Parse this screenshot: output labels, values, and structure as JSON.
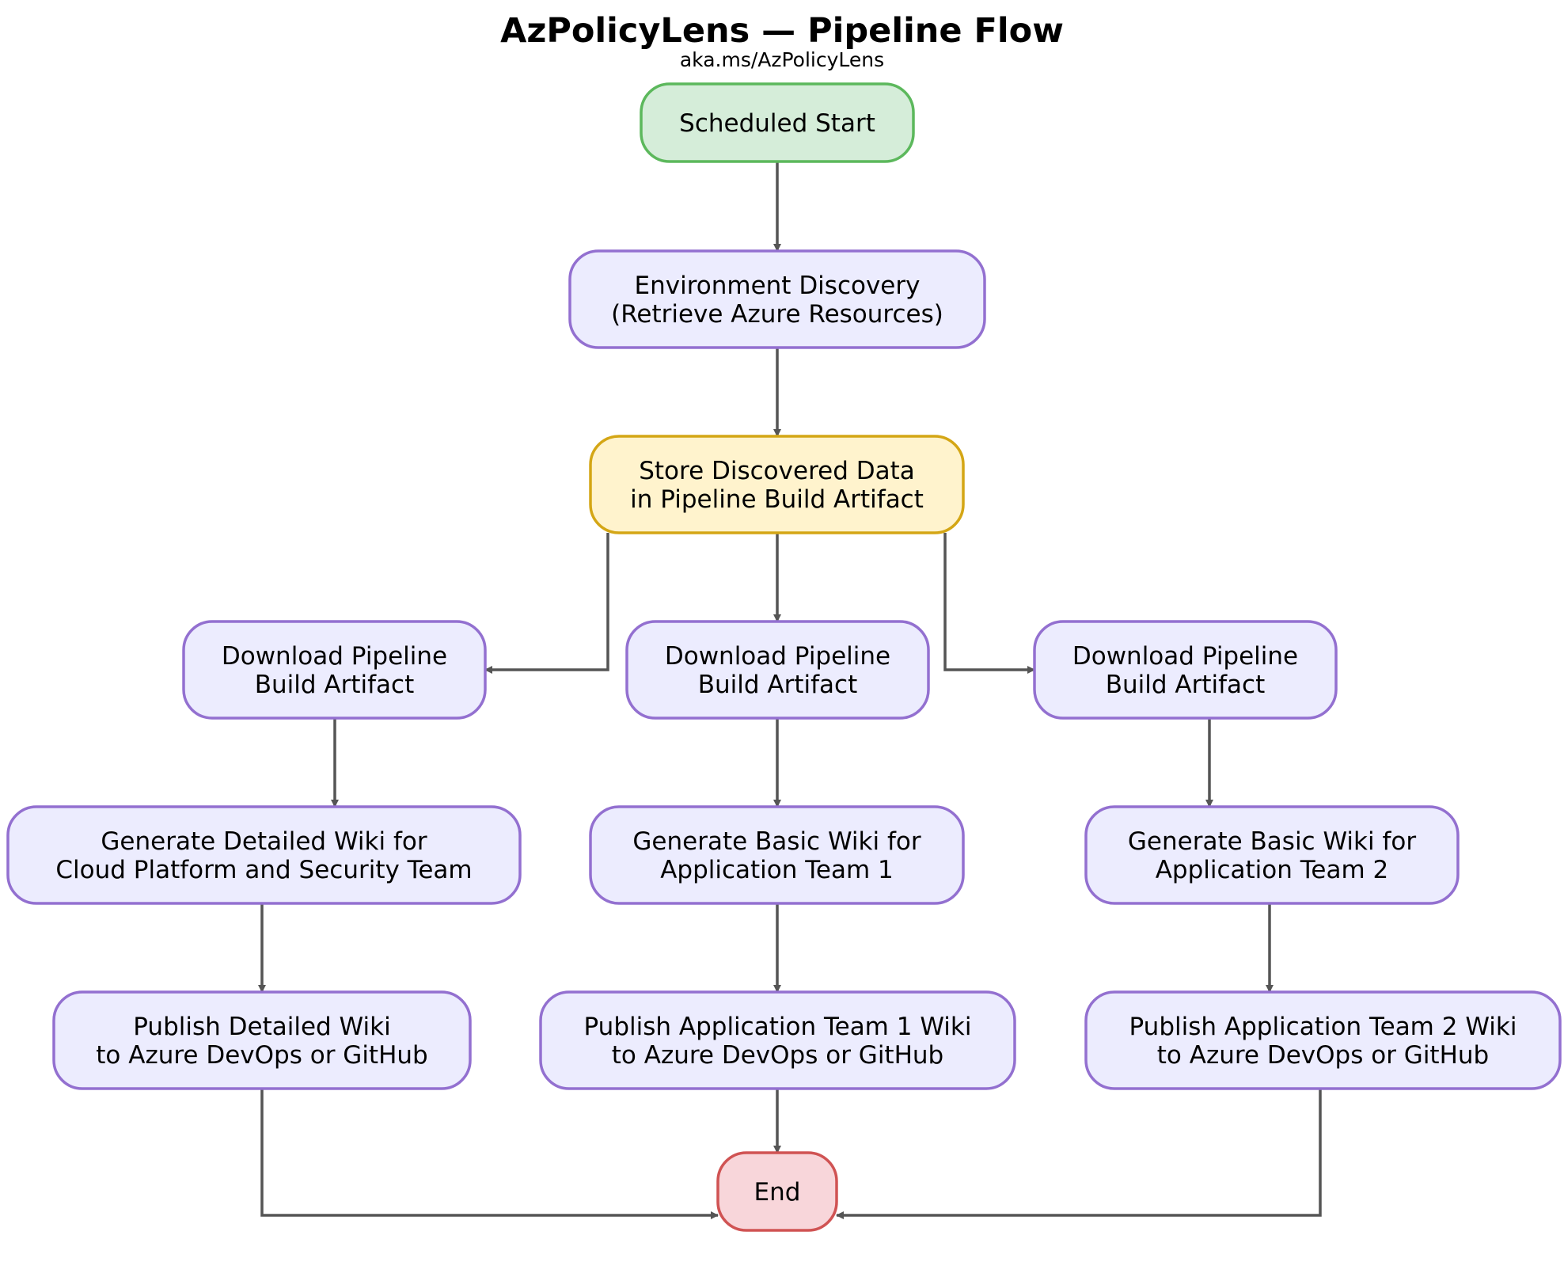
{
  "title": "AzPolicyLens — Pipeline Flow",
  "subtitle": "aka.ms/AzPolicyLens",
  "colors": {
    "edge": "#555555",
    "start": {
      "fill": "#d5edd9",
      "stroke": "#5cb85c"
    },
    "process": {
      "fill": "#ececfe",
      "stroke": "#9370d0"
    },
    "storage": {
      "fill": "#fff3cd",
      "stroke": "#d4a615"
    },
    "end": {
      "fill": "#f8d6da",
      "stroke": "#d05353"
    }
  },
  "nodes": {
    "start": {
      "label": [
        "Scheduled Start"
      ],
      "kind": "start"
    },
    "discovery": {
      "label": [
        "Environment Discovery",
        "(Retrieve Azure Resources)"
      ],
      "kind": "process"
    },
    "store": {
      "label": [
        "Store Discovered Data",
        "in Pipeline Build Artifact"
      ],
      "kind": "storage"
    },
    "download_left": {
      "label": [
        "Download Pipeline",
        "Build Artifact"
      ],
      "kind": "process"
    },
    "download_mid": {
      "label": [
        "Download Pipeline",
        "Build Artifact"
      ],
      "kind": "process"
    },
    "download_right": {
      "label": [
        "Download Pipeline",
        "Build Artifact"
      ],
      "kind": "process"
    },
    "generate_detailed": {
      "label": [
        "Generate Detailed Wiki for",
        "Cloud Platform and Security Team"
      ],
      "kind": "process"
    },
    "generate_app1": {
      "label": [
        "Generate Basic Wiki for",
        "Application Team 1"
      ],
      "kind": "process"
    },
    "generate_app2": {
      "label": [
        "Generate Basic Wiki for",
        "Application Team 2"
      ],
      "kind": "process"
    },
    "publish_detailed": {
      "label": [
        "Publish Detailed Wiki",
        "to Azure DevOps or GitHub"
      ],
      "kind": "process"
    },
    "publish_app1": {
      "label": [
        "Publish Application Team 1 Wiki",
        "to Azure DevOps or GitHub"
      ],
      "kind": "process"
    },
    "publish_app2": {
      "label": [
        "Publish Application Team 2 Wiki",
        "to Azure DevOps or GitHub"
      ],
      "kind": "process"
    },
    "end": {
      "label": [
        "End"
      ],
      "kind": "end"
    }
  },
  "edges": [
    {
      "from": "start",
      "to": "discovery"
    },
    {
      "from": "discovery",
      "to": "store"
    },
    {
      "from": "store",
      "to": "download_left"
    },
    {
      "from": "store",
      "to": "download_mid"
    },
    {
      "from": "store",
      "to": "download_right"
    },
    {
      "from": "download_left",
      "to": "generate_detailed"
    },
    {
      "from": "download_mid",
      "to": "generate_app1"
    },
    {
      "from": "download_right",
      "to": "generate_app2"
    },
    {
      "from": "generate_detailed",
      "to": "publish_detailed"
    },
    {
      "from": "generate_app1",
      "to": "publish_app1"
    },
    {
      "from": "generate_app2",
      "to": "publish_app2"
    },
    {
      "from": "publish_detailed",
      "to": "end"
    },
    {
      "from": "publish_app1",
      "to": "end"
    },
    {
      "from": "publish_app2",
      "to": "end"
    }
  ]
}
